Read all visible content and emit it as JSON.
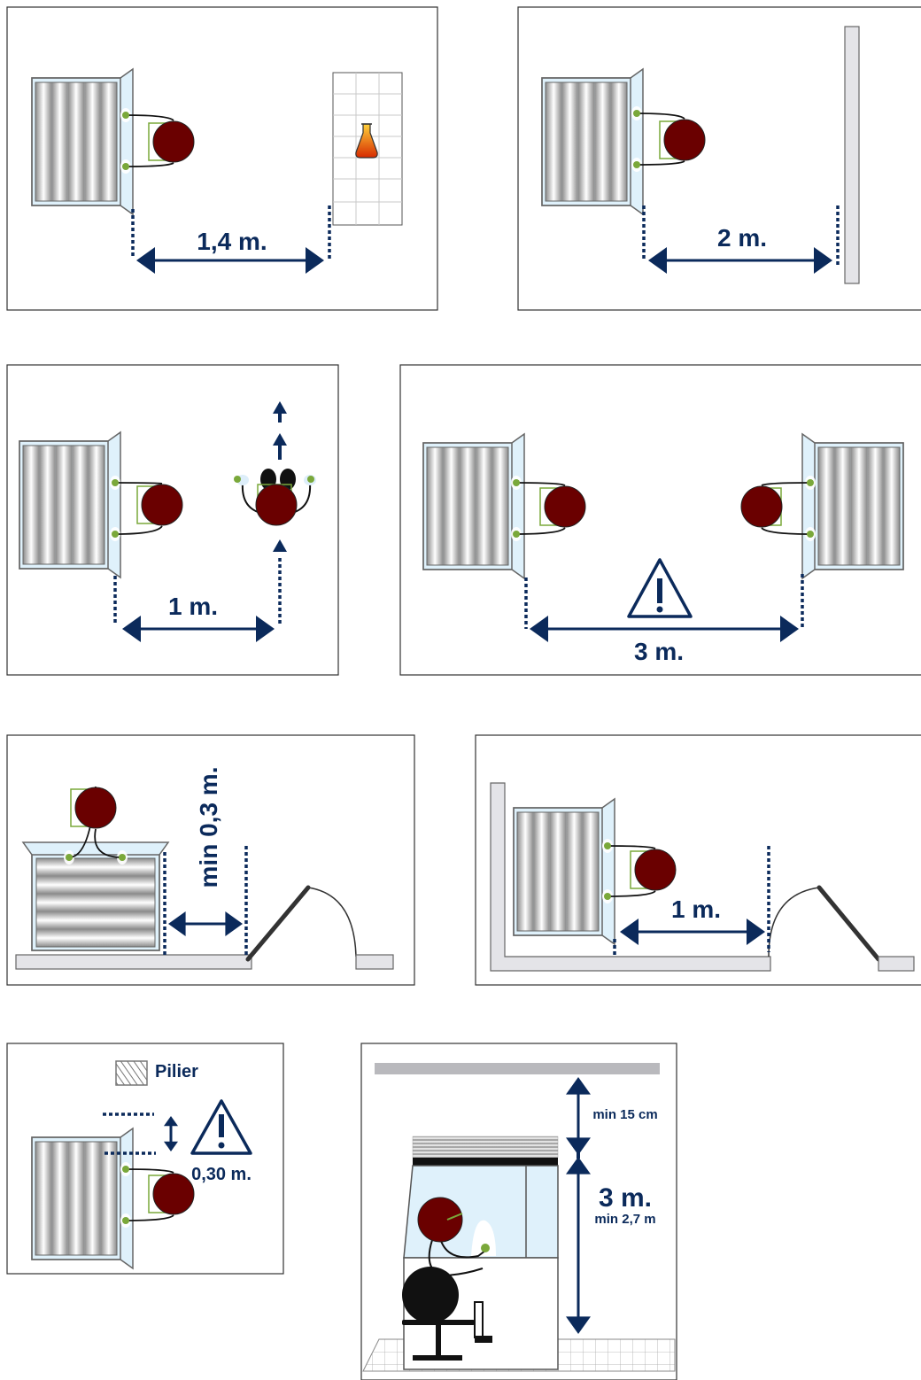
{
  "panels": {
    "p1": {
      "distance": "1,4 m."
    },
    "p2": {
      "distance": "2 m."
    },
    "p3": {
      "distance": "1 m."
    },
    "p4": {
      "distance": "3 m.",
      "warning_icon": "warning-triangle-icon"
    },
    "p5": {
      "distance": "min 0,3 m."
    },
    "p6": {
      "distance": "1 m."
    },
    "p7": {
      "pillar_label": "Pilier",
      "distance": "0,30 m.",
      "warning_icon": "warning-triangle-icon"
    },
    "p8": {
      "clearance": "min 15 cm",
      "height": "3 m.",
      "height_min": "min 2,7 m"
    }
  },
  "colors": {
    "navy": "#0b2a5b",
    "head": "#6a0000",
    "hood_glass": "#dff1fb",
    "grip": "#7aa83a"
  },
  "icons": [
    "flask-icon",
    "warning-triangle-icon",
    "arrow-up-icon",
    "pillar-icon"
  ]
}
